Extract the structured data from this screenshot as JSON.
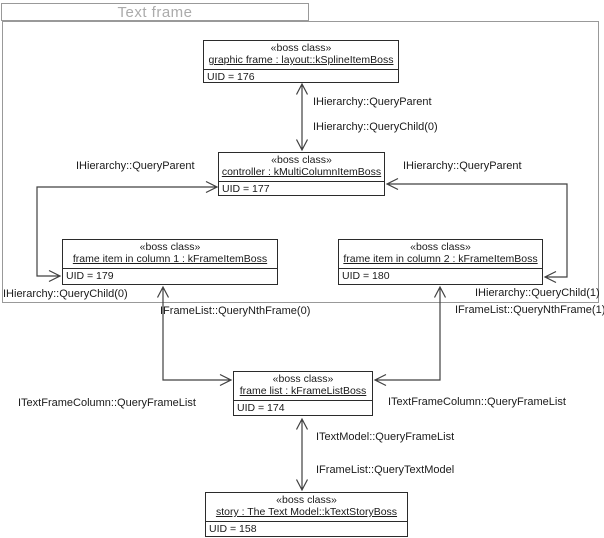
{
  "package": {
    "title": "Text frame"
  },
  "boxes": {
    "graphic_frame": {
      "stereotype": "«boss class»",
      "name": "graphic frame : layout::kSplineItemBoss",
      "uid": "UID = 176"
    },
    "controller": {
      "stereotype": "«boss class»",
      "name": "controller : kMultiColumnItemBoss",
      "uid": "UID = 177"
    },
    "frame_item_1": {
      "stereotype": "«boss class»",
      "name": "frame item in column 1 : kFrameItemBoss",
      "uid": "UID = 179"
    },
    "frame_item_2": {
      "stereotype": "«boss class»",
      "name": "frame item in column 2 : kFrameItemBoss",
      "uid": "UID = 180"
    },
    "frame_list": {
      "stereotype": "«boss class»",
      "name": "frame list : kFrameListBoss",
      "uid": "UID = 174"
    },
    "story": {
      "stereotype": "«boss class»",
      "name": "story : The Text Model::kTextStoryBoss",
      "uid": "UID = 158"
    }
  },
  "labels": {
    "top_query_parent": "IHierarchy::QueryParent",
    "top_query_child": "IHierarchy::QueryChild(0)",
    "left_query_parent": "IHierarchy::QueryParent",
    "left_query_child": "IHierarchy::QueryChild(0)",
    "right_query_parent": "IHierarchy::QueryParent",
    "right_query_child": "IHierarchy::QueryChild(1)",
    "nth_frame_0": "IFrameList::QueryNthFrame(0)",
    "nth_frame_1": "IFrameList::QueryNthFrame(1)",
    "column_query_frame_list_left": "ITextFrameColumn::QueryFrameList",
    "column_query_frame_list_right": "ITextFrameColumn::QueryFrameList",
    "text_model_query_frame_list": "ITextModel::QueryFrameList",
    "frame_list_query_text_model": "IFrameList::QueryTextModel"
  },
  "colors": {
    "package_border": "#999999",
    "package_title_text": "#ababab",
    "box_border": "#2b2b2b",
    "connector_line": "#404040",
    "text": "#1a1a1a",
    "background": "#ffffff"
  }
}
